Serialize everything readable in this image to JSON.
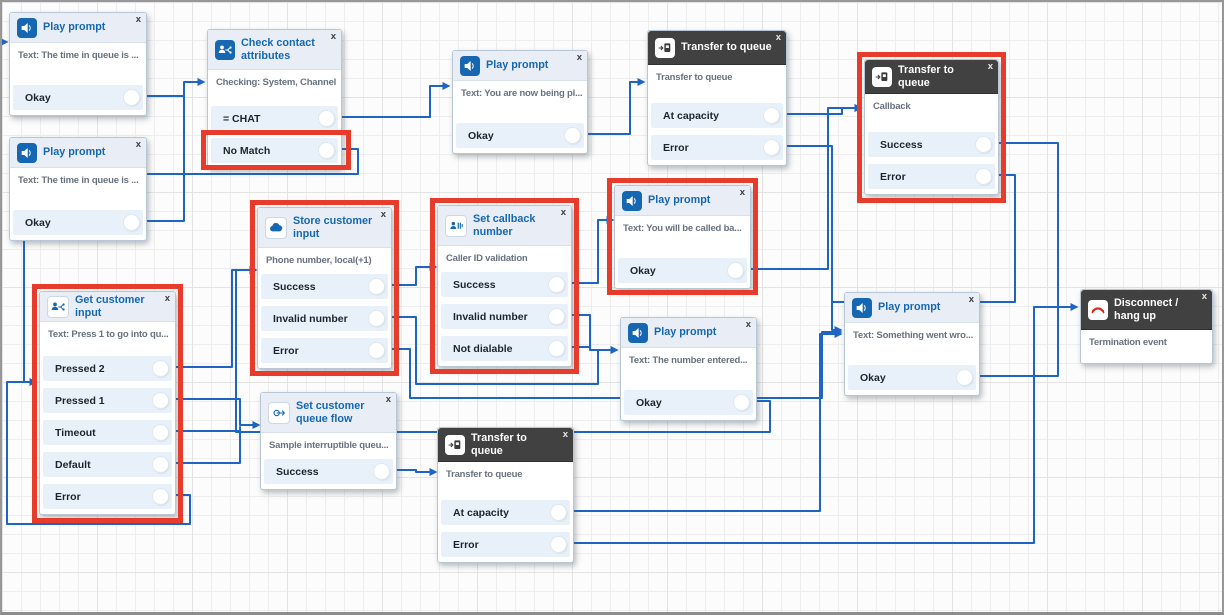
{
  "palette": {
    "accent_blue": "#1567b2",
    "line_blue": "#1e64c2",
    "highlight_red": "#e73b2c",
    "dark_header": "#414141"
  },
  "close_label": "x",
  "blocks": [
    {
      "id": "play-prompt-1",
      "title": "Play prompt",
      "body": "Text: The time in queue is ...",
      "outputs": [
        "Okay"
      ],
      "icon": "speaker-icon",
      "highlighted": false
    },
    {
      "id": "play-prompt-2",
      "title": "Play prompt",
      "body": "Text: The time in queue is ...",
      "outputs": [
        "Okay"
      ],
      "icon": "speaker-icon",
      "highlighted": false
    },
    {
      "id": "check-contact-attributes",
      "title": "Check contact attributes",
      "body": "Checking: System, Channel",
      "outputs": [
        "= CHAT",
        "No Match"
      ],
      "icon": "branch-person-icon",
      "highlighted": false,
      "highlighted_output": "No Match"
    },
    {
      "id": "play-prompt-3",
      "title": "Play prompt",
      "body": "Text: You are now being pl...",
      "outputs": [
        "Okay"
      ],
      "icon": "speaker-icon",
      "highlighted": false
    },
    {
      "id": "transfer-to-queue-1",
      "title": "Transfer to queue",
      "body": "Transfer to queue",
      "outputs": [
        "At capacity",
        "Error"
      ],
      "icon": "transfer-queue-icon",
      "highlighted": false
    },
    {
      "id": "transfer-to-queue-callback",
      "title": "Transfer to queue",
      "body": "Callback",
      "outputs": [
        "Success",
        "Error"
      ],
      "icon": "transfer-queue-icon",
      "highlighted": true
    },
    {
      "id": "store-customer-input",
      "title": "Store customer input",
      "body": "Phone number, local(+1)",
      "outputs": [
        "Success",
        "Invalid number",
        "Error"
      ],
      "icon": "cloud-icon",
      "highlighted": true
    },
    {
      "id": "set-callback-number",
      "title": "Set callback number",
      "body": "Caller ID validation",
      "outputs": [
        "Success",
        "Invalid number",
        "Not dialable"
      ],
      "icon": "id-person-icon",
      "highlighted": true
    },
    {
      "id": "play-prompt-4",
      "title": "Play prompt",
      "body": "Text: You will be called ba...",
      "outputs": [
        "Okay"
      ],
      "icon": "speaker-icon",
      "highlighted": true
    },
    {
      "id": "play-prompt-5",
      "title": "Play prompt",
      "body": "Text: The number entered...",
      "outputs": [
        "Okay"
      ],
      "icon": "speaker-icon",
      "highlighted": false
    },
    {
      "id": "play-prompt-6",
      "title": "Play prompt",
      "body": "Text: Something went wro...",
      "outputs": [
        "Okay"
      ],
      "icon": "speaker-icon",
      "highlighted": false
    },
    {
      "id": "get-customer-input",
      "title": "Get customer input",
      "body": "Text: Press 1 to go into qu...",
      "outputs": [
        "Pressed 2",
        "Pressed 1",
        "Timeout",
        "Default",
        "Error"
      ],
      "icon": "branch-person-icon",
      "highlighted": true
    },
    {
      "id": "set-customer-queue-flow",
      "title": "Set customer queue flow",
      "body": "Sample interruptible queu...",
      "outputs": [
        "Success"
      ],
      "icon": "loop-icon",
      "highlighted": false
    },
    {
      "id": "transfer-to-queue-2",
      "title": "Transfer to queue",
      "body": "Transfer to queue",
      "outputs": [
        "At capacity",
        "Error"
      ],
      "icon": "transfer-queue-icon",
      "highlighted": false
    },
    {
      "id": "disconnect-hang-up",
      "title": "Disconnect / hang up",
      "body": "Termination event",
      "outputs": [],
      "icon": "phone-down-icon",
      "highlighted": false
    }
  ]
}
